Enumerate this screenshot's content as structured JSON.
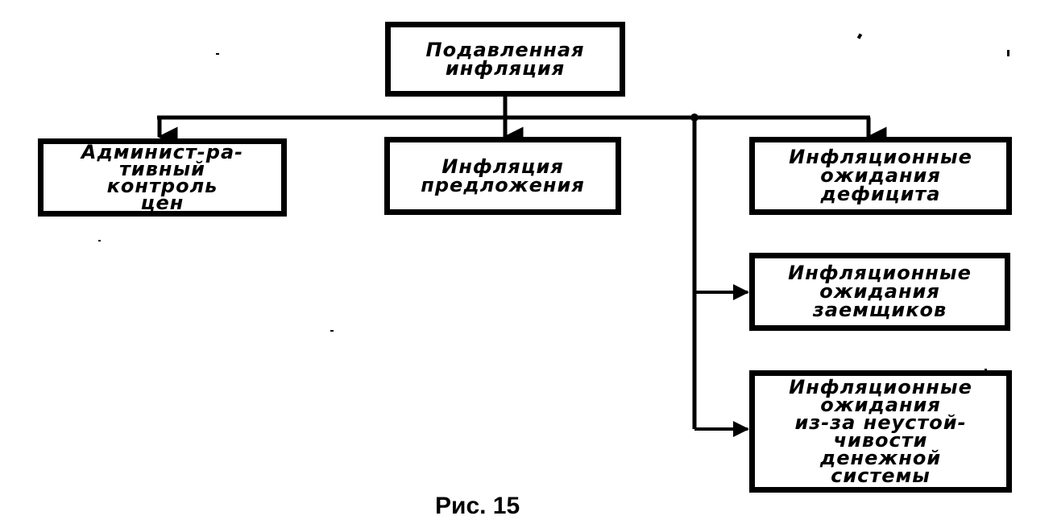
{
  "diagram": {
    "root": {
      "lines": [
        "Подавленная",
        "инфляция"
      ]
    },
    "admin_control": {
      "lines": [
        "Админист-ра-",
        "тивный",
        "контроль",
        "цен"
      ]
    },
    "supply_inflation": {
      "lines": [
        "Инфляция",
        "предложения"
      ]
    },
    "deficit_expectations": {
      "lines": [
        "Инфляционные",
        "ожидания",
        "дефицита"
      ]
    },
    "borrower_expectations": {
      "lines": [
        "Инфляционные",
        "ожидания",
        "заемщиков"
      ]
    },
    "instability_expectations": {
      "lines": [
        "Инфляционные",
        "ожидания",
        "из-за неустой-",
        "чивости",
        "денежной",
        "системы"
      ]
    }
  },
  "caption": "Рис. 15"
}
